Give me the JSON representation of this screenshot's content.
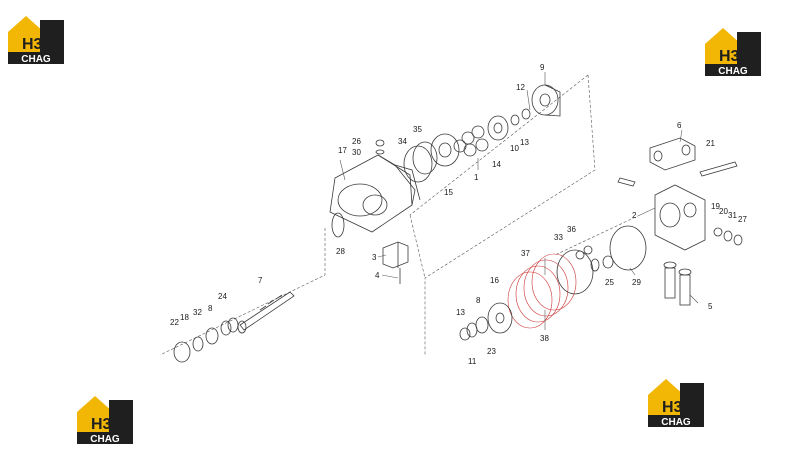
{
  "brand": {
    "logo_text_top": "H3",
    "logo_text_bottom": "CHAG",
    "accent": "#f2b705",
    "dark": "#1f1f1f"
  },
  "callouts": [
    "1",
    "2",
    "3",
    "4",
    "5",
    "6",
    "7",
    "8",
    "8",
    "9",
    "10",
    "11",
    "12",
    "13",
    "13",
    "14",
    "15",
    "16",
    "17",
    "18",
    "19",
    "20",
    "21",
    "22",
    "23",
    "24",
    "25",
    "26",
    "27",
    "28",
    "29",
    "30",
    "31",
    "32",
    "33",
    "34",
    "35",
    "36",
    "37",
    "38"
  ]
}
